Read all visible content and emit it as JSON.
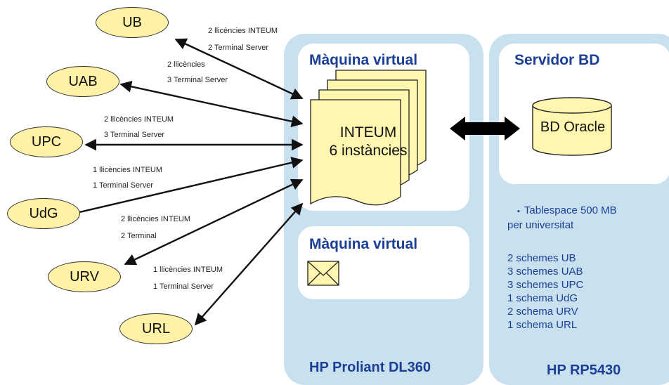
{
  "vm_panel": {
    "title": "Màquina virtual",
    "footer": "HP Proliant DL360",
    "doc_line1": "INTEUM",
    "doc_line2": "6 instàncies",
    "vm2_title": "Màquina virtual",
    "mail_icon": "envelope-icon"
  },
  "db_panel": {
    "title": "Servidor BD",
    "footer": "HP RP5430",
    "db_label": "BD Oracle",
    "bullet": "▪",
    "note1": "Tablespace 500 MB",
    "note2": "per universitat",
    "schemes": [
      "2 schemes UB",
      "3 schemes UAB",
      "3 schemes UPC",
      "1 schema UdG",
      "2 schema URV",
      "1 schema URL"
    ]
  },
  "universities": [
    {
      "name": "UB",
      "line1": "2 llicències INTEUM",
      "line2": "2 Terminal Server"
    },
    {
      "name": "UAB",
      "line1": "2 llicències",
      "line2": "3 Terminal Server"
    },
    {
      "name": "UPC",
      "line1": "2 llicències INTEUM",
      "line2": "3 Terminal Server"
    },
    {
      "name": "UdG",
      "line1": "1 llicències INTEUM",
      "line2": "1 Terminal Server"
    },
    {
      "name": "URV",
      "line1": "2 llicències INTEUM",
      "line2": "2 Terminal"
    },
    {
      "name": "URL",
      "line1": "1 llicències INTEUM",
      "line2": "1 Terminal Server"
    }
  ],
  "colors": {
    "panel_bg": "#c9e0ef",
    "title_blue": "#1a3f95",
    "ellipse_fill": "#fff1a5",
    "doc_fill": "#fff7b0"
  }
}
